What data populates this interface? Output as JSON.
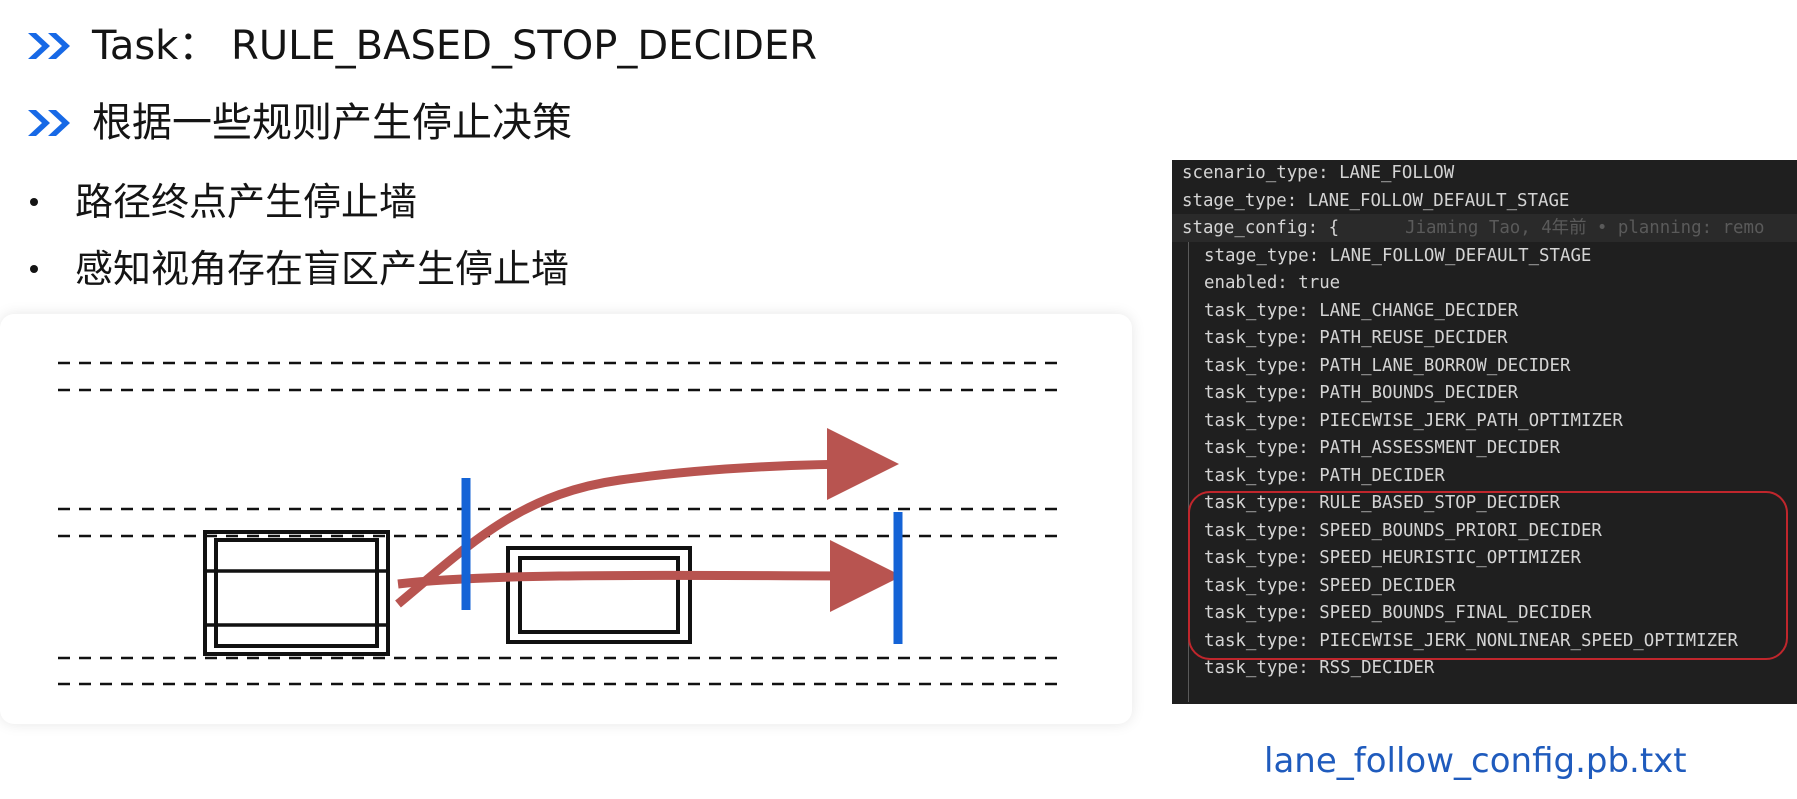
{
  "slide": {
    "heading_1": "Task： RULE_BASED_STOP_DECIDER",
    "heading_2": "根据一些规则产生停止决策",
    "bullets": [
      "路径终点产生停止墙",
      "感知视角存在盲区产生停止墙"
    ],
    "caption": "lane_follow_config.pb.txt"
  },
  "colors": {
    "chevron": "#1769e6",
    "stop_wall": "#1463d6",
    "path_arrow": "#b85450",
    "highlight_box": "#c0262c",
    "caption": "#1f5bbd",
    "code_bg": "#1f1f1f"
  },
  "icons": [
    "double-chevron-icon"
  ],
  "config": {
    "lines": [
      {
        "key": "scenario_type:",
        "val": "LANE_FOLLOW",
        "indent": false
      },
      {
        "key": "stage_type:",
        "val": "LANE_FOLLOW_DEFAULT_STAGE",
        "indent": false
      },
      {
        "key": "stage_config:",
        "val": "{",
        "indent": false,
        "blame": "Jiaming Tao, 4年前 • planning: remo"
      },
      {
        "key": "stage_type:",
        "val": "LANE_FOLLOW_DEFAULT_STAGE",
        "indent": true
      },
      {
        "key": "enabled:",
        "val": "true",
        "indent": true
      },
      {
        "key": "task_type:",
        "val": "LANE_CHANGE_DECIDER",
        "indent": true
      },
      {
        "key": "task_type:",
        "val": "PATH_REUSE_DECIDER",
        "indent": true
      },
      {
        "key": "task_type:",
        "val": "PATH_LANE_BORROW_DECIDER",
        "indent": true
      },
      {
        "key": "task_type:",
        "val": "PATH_BOUNDS_DECIDER",
        "indent": true
      },
      {
        "key": "task_type:",
        "val": "PIECEWISE_JERK_PATH_OPTIMIZER",
        "indent": true
      },
      {
        "key": "task_type:",
        "val": "PATH_ASSESSMENT_DECIDER",
        "indent": true
      },
      {
        "key": "task_type:",
        "val": "PATH_DECIDER",
        "indent": true
      },
      {
        "key": "task_type:",
        "val": "RULE_BASED_STOP_DECIDER",
        "indent": true
      },
      {
        "key": "task_type:",
        "val": "SPEED_BOUNDS_PRIORI_DECIDER",
        "indent": true
      },
      {
        "key": "task_type:",
        "val": "SPEED_HEURISTIC_OPTIMIZER",
        "indent": true
      },
      {
        "key": "task_type:",
        "val": "SPEED_DECIDER",
        "indent": true
      },
      {
        "key": "task_type:",
        "val": "SPEED_BOUNDS_FINAL_DECIDER",
        "indent": true
      },
      {
        "key": "task_type:",
        "val": "PIECEWISE_JERK_NONLINEAR_SPEED_OPTIMIZER",
        "indent": true
      },
      {
        "key": "task_type:",
        "val": "RSS_DECIDER",
        "indent": true
      }
    ]
  }
}
